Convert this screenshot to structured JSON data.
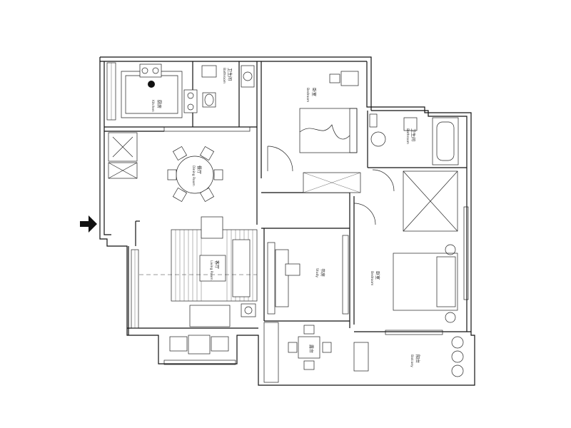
{
  "rooms": {
    "kitchen": {
      "name": "厨房",
      "sub": "Kitchen"
    },
    "bathroom1": {
      "name": "卫生间",
      "sub": "Bathroom"
    },
    "bedroom1": {
      "name": "卧室",
      "sub": "Bedroom"
    },
    "bathroom2": {
      "name": "卫生间",
      "sub": "Bathroom"
    },
    "dining": {
      "name": "餐厅",
      "sub": "Dining Room"
    },
    "living": {
      "name": "客厅",
      "sub": "Living Room"
    },
    "study": {
      "name": "书房",
      "sub": "Study"
    },
    "bedroom2": {
      "name": "卧室",
      "sub": "Bedroom"
    },
    "balcony": {
      "name": "阳台",
      "sub": "Balcony"
    },
    "terrace": {
      "name": "露台",
      "sub": ""
    }
  }
}
